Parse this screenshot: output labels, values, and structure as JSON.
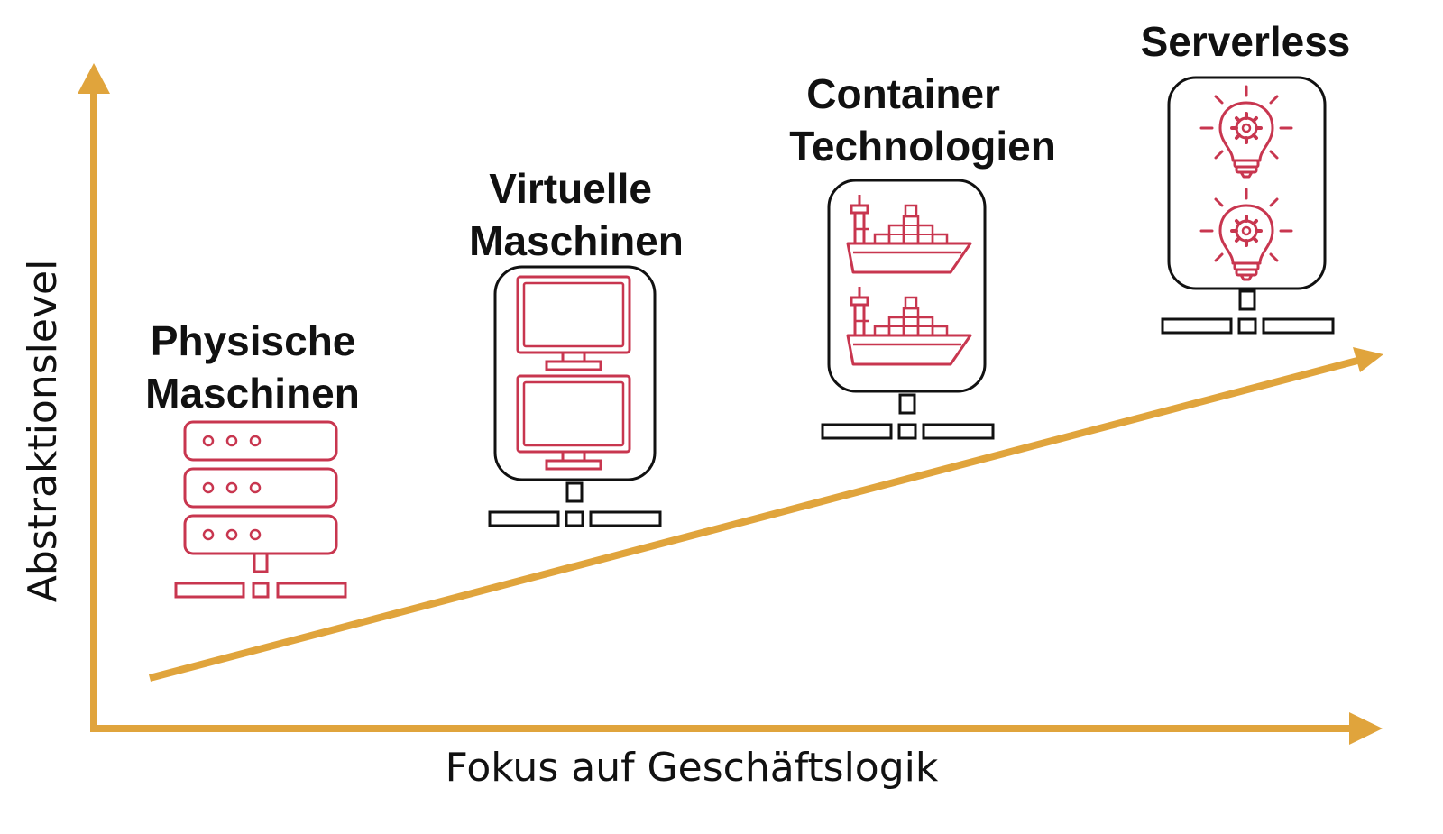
{
  "axes": {
    "x_label": "Fokus auf Geschäftslogik",
    "y_label": "Abstraktionslevel"
  },
  "stages": [
    {
      "id": "physical",
      "title_lines": [
        "Physische",
        "Maschinen"
      ],
      "icon": "server-rack-icon"
    },
    {
      "id": "vm",
      "title_lines": [
        "Virtuelle",
        "Maschinen"
      ],
      "icon": "monitor-icon"
    },
    {
      "id": "container",
      "title_lines": [
        "Container",
        "Technologien"
      ],
      "icon": "container-ship-icon"
    },
    {
      "id": "serverless",
      "title_lines": [
        "Serverless"
      ],
      "icon": "lightbulb-gear-icon"
    }
  ],
  "colors": {
    "axis": "#E0A43C",
    "accent": "#C8364F",
    "outline": "#111111",
    "text": "#111111"
  }
}
